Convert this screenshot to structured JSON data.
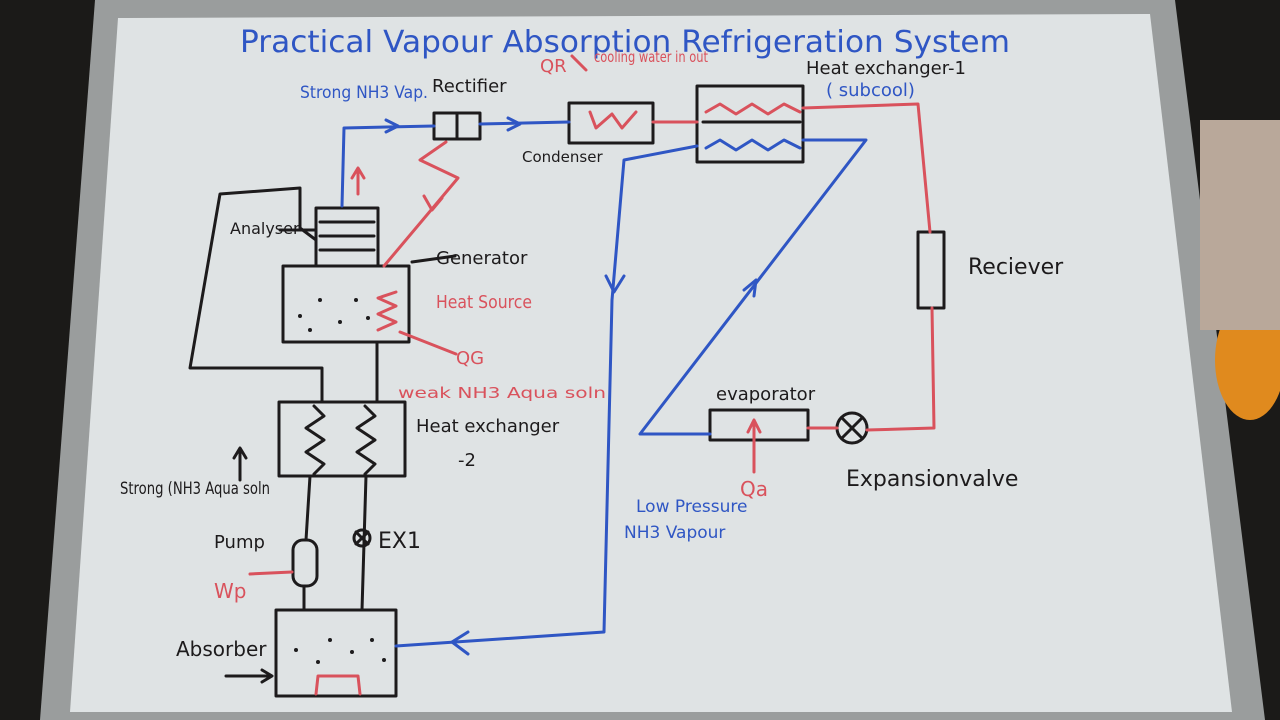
{
  "title": "Practical Vapour Absorption Refrigeration System",
  "labels": {
    "strong_vap": "Strong NH3 Vap.",
    "rectifier": "Rectifier",
    "qr": "QR",
    "cooling_water": "cooling water in out",
    "condenser": "Condenser",
    "hx1": "Heat exchanger-1",
    "hx1_sub": "( subcool)",
    "analyser": "Analyser",
    "generator": "Generator",
    "heat_source": "Heat Source",
    "qg": "QG",
    "weak_soln": "weak NH3 Aqua soln",
    "hx2": "Heat exchanger",
    "hx2_num": "-2",
    "strong_soln": "Strong (NH3 Aqua soln",
    "pump": "Pump",
    "wp": "Wp",
    "ex1": "EX1",
    "absorber": "Absorber",
    "receiver": "Reciever",
    "evaporator": "evaporator",
    "qa": "Qa",
    "expansion_valve": "Expansionvalve",
    "low_pressure": "Low Pressure",
    "nh3_vapour": "NH3 Vapour"
  },
  "colors": {
    "board": "#dfe3e4",
    "frame": "#9a9d9d",
    "black_ink": "#1d1b1c",
    "blue_ink": "#2f56c4",
    "red_ink": "#d9525c"
  }
}
